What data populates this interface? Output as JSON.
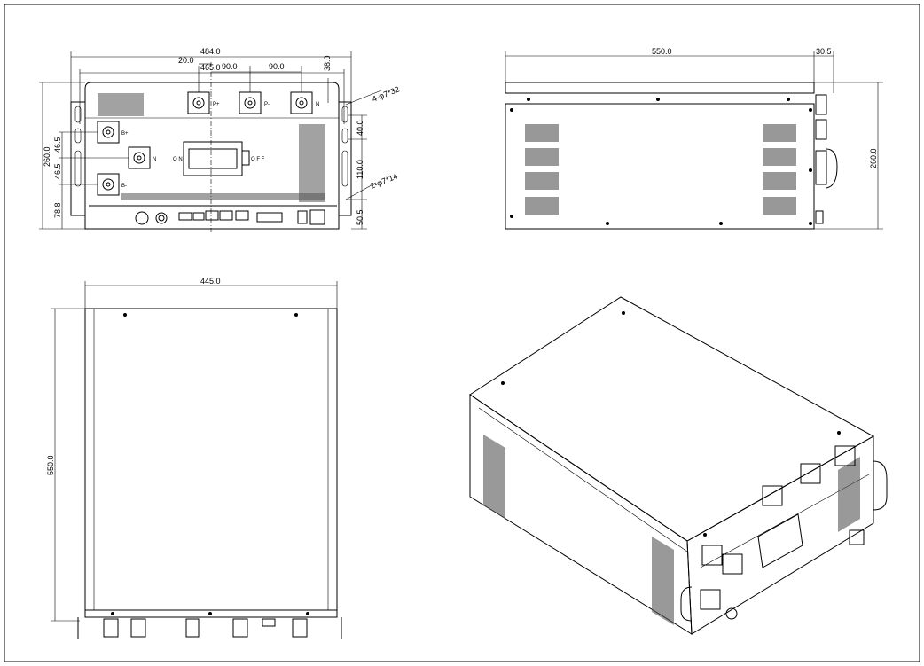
{
  "drawing": {
    "front_view": {
      "dims": {
        "overall_width": "484.0",
        "hole_span": "465.0",
        "offset": "20.0",
        "pitch_1": "90.0",
        "pitch_2": "90.0",
        "top_offset": "38.0",
        "height": "260.0",
        "pitch_v1": "46.5",
        "pitch_v2": "46.5",
        "bottom_offset": "78.8",
        "slot_pitch_1": "40.0",
        "slot_pitch_2": "110.0",
        "slot_bottom": "50.5"
      },
      "callouts": {
        "slots_large": "4-φ7*32",
        "slots_small": "2-φ7*14"
      },
      "terminals": {
        "p_plus": "P+",
        "p_minus": "P-",
        "n_top": "N",
        "b_plus": "B+",
        "n_mid": "N",
        "b_minus": "B-"
      },
      "breaker": {
        "on": "O N",
        "off": "O F F"
      }
    },
    "side_view": {
      "dims": {
        "depth": "550.0",
        "protrusion": "30.5",
        "height": "260.0"
      }
    },
    "top_view": {
      "dims": {
        "width": "445.0",
        "depth": "550.0"
      }
    }
  }
}
